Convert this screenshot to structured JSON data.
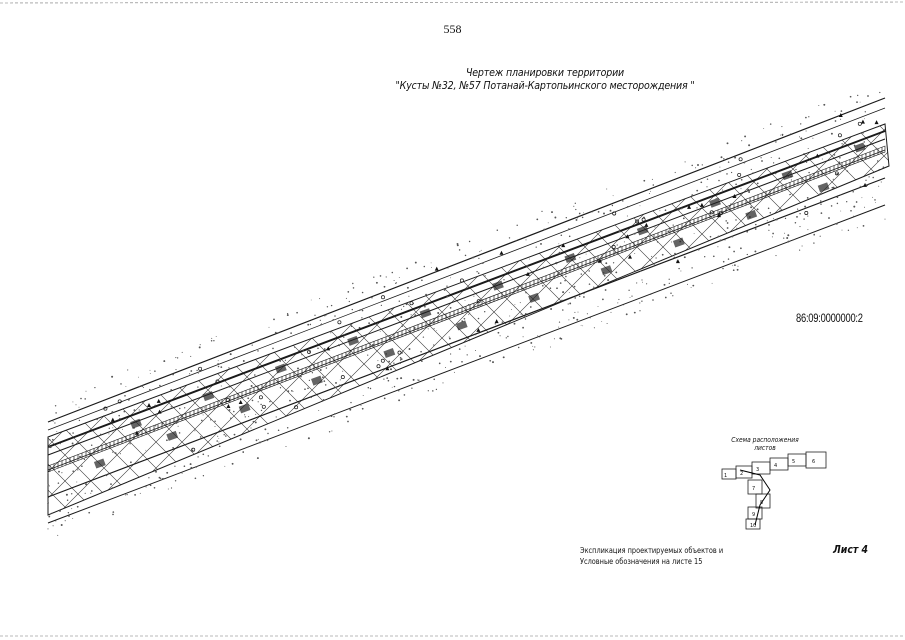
{
  "page_number": "558",
  "title": {
    "line1": "Чертеж планировки территории",
    "line2": "\"Кусты №32, №57 Потанай-Картопьинского месторождения \""
  },
  "cadastral_number": "86:09:0000000:2",
  "layout_scheme": {
    "title": "Схема расположения листов",
    "sheet_numbers": [
      "1",
      "2",
      "3",
      "4",
      "5",
      "6",
      "7",
      "8",
      "9",
      "10"
    ]
  },
  "explication_note": {
    "line1": "Экспликация проектируемых объектов и",
    "line2": "Условные обозначения на листе 15"
  },
  "sheet_label": "Лист 4",
  "colors": {
    "line": "#1a1a1a",
    "hatch": "#333333",
    "speckle": "#555555"
  }
}
